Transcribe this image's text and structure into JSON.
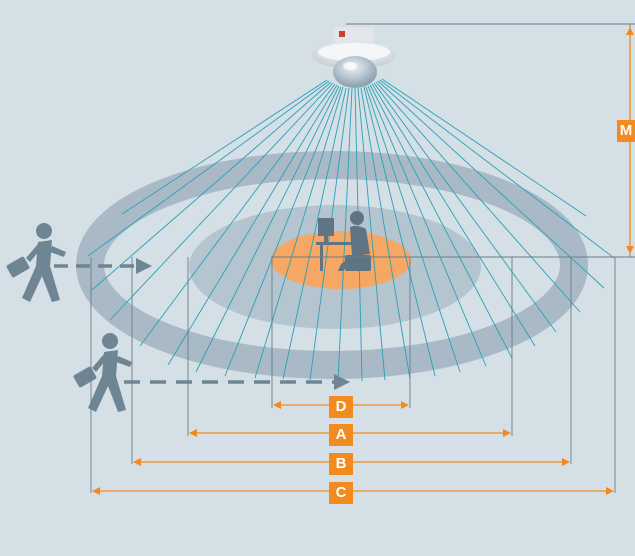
{
  "labels": {
    "d": "D",
    "a": "A",
    "b": "B",
    "c": "C",
    "m": "M"
  },
  "colors": {
    "background": "#d4dfe6",
    "outer_ring": "#a9bac6",
    "inner_zone": "#b5c5d0",
    "seated_zone": "#f6a764",
    "beams": "#2aa0b8",
    "dimension_lines": "#f28a1e",
    "label_fill": "#f28a1e",
    "figures": "#6e8594",
    "motion_arrows": "#6e8594",
    "guide_lines": "#6a7d89"
  },
  "icons": [
    "ceiling-sensor-icon",
    "walking-person-icon",
    "seated-person-at-desk-icon"
  ]
}
